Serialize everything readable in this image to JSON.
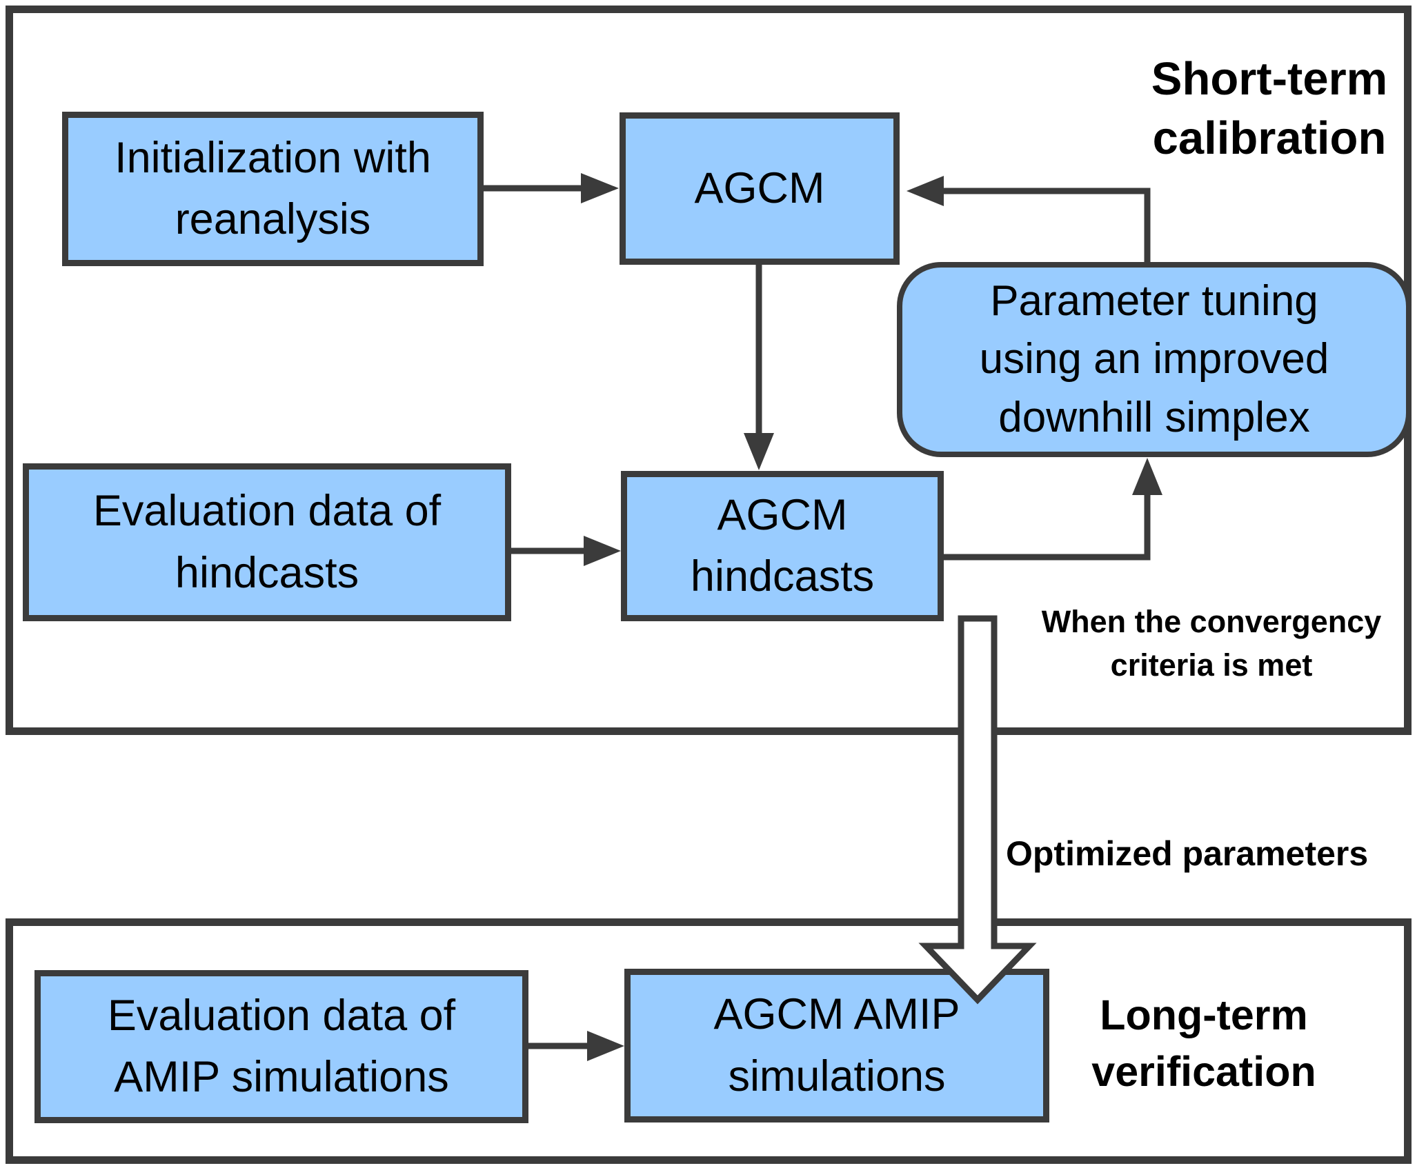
{
  "colors": {
    "node_fill": "#99ccff",
    "stroke": "#3b3b3b",
    "background": "#ffffff",
    "text": "#000000"
  },
  "sections": {
    "short_term": {
      "label": "Short-term\ncalibration"
    },
    "long_term": {
      "label": "Long-term\nverification"
    }
  },
  "nodes": {
    "initialization": {
      "label": "Initialization with\nreanalysis"
    },
    "agcm": {
      "label": "AGCM"
    },
    "evaluation_hindcasts": {
      "label": "Evaluation data of\nhindcasts"
    },
    "agcm_hindcasts": {
      "label": "AGCM\nhindcasts"
    },
    "parameter_tuning": {
      "label": "Parameter tuning\nusing an improved\ndownhill simplex"
    },
    "evaluation_amip": {
      "label": "Evaluation data of\nAMIP simulations"
    },
    "agcm_amip": {
      "label": "AGCM AMIP\nsimulations"
    }
  },
  "annotations": {
    "convergency": {
      "label": "When the convergency\ncriteria is met"
    },
    "optimized": {
      "label": "Optimized parameters"
    }
  }
}
